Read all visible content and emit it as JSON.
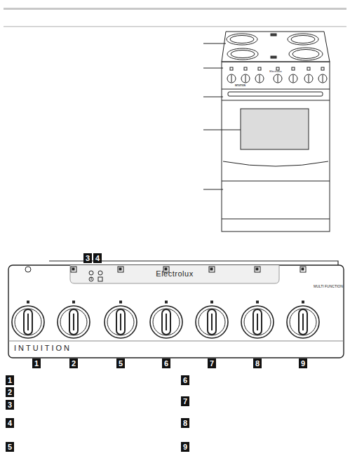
{
  "diagram": {
    "nodes": [
      {
        "text": [
          "3"
        ]
      },
      {
        "text": [
          "4"
        ]
      },
      {
        "text": [
          "1"
        ]
      },
      {
        "text": [
          "2"
        ]
      },
      {
        "text": [
          "5"
        ]
      },
      {
        "text": [
          "6"
        ]
      },
      {
        "text": [
          "7"
        ]
      },
      {
        "text": [
          "8"
        ]
      },
      {
        "text": [
          "9"
        ]
      },
      {
        "text": [
          "1"
        ]
      },
      {
        "text": [
          "2"
        ]
      },
      {
        "text": [
          "3"
        ]
      },
      {
        "text": [
          "4"
        ]
      },
      {
        "text": [
          "5"
        ]
      },
      {
        "text": [
          "6"
        ]
      },
      {
        "text": [
          "7"
        ]
      },
      {
        "text": [
          "8"
        ]
      },
      {
        "text": [
          "9"
        ]
      }
    ],
    "labels": [
      "Electrolux",
      "INTUITION",
      "Electrolux",
      "MULTI FUNCTION",
      "INTUITION"
    ]
  }
}
